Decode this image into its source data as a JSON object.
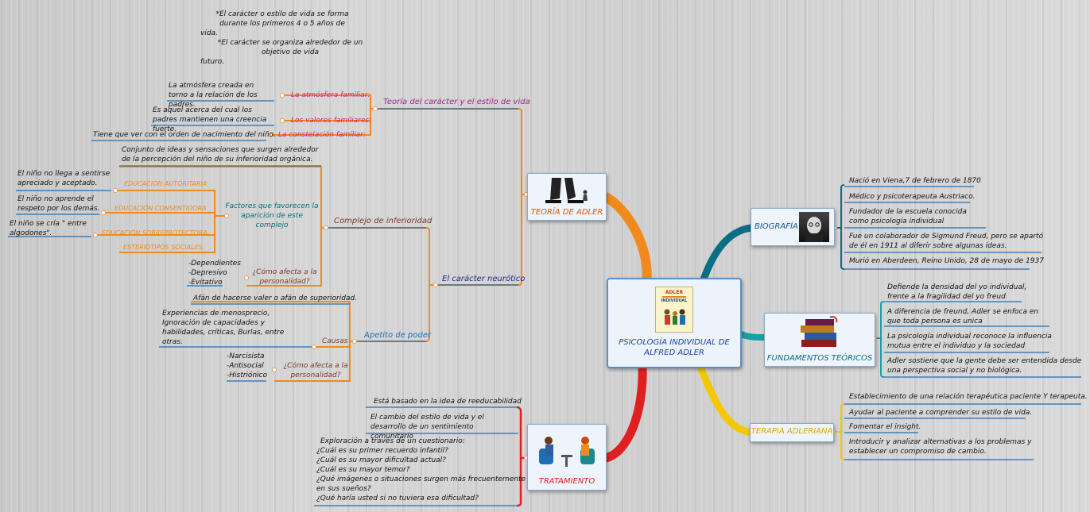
{
  "colors": {
    "orange": "#f08a1c",
    "blue": "#1f6fb5",
    "teal": "#0b6e84",
    "yellow": "#f3c800",
    "red": "#e02020",
    "purple": "#9a2a8a",
    "pink": "#d4217a",
    "dark_teal": "#00707a",
    "navy": "#1c2a8a",
    "brown": "#7a3a2a"
  },
  "center": {
    "title": "PSICOLOGÍA INDIVIDUAL DE ALFRED ADLER",
    "book_title": "ADLER",
    "book_subtitle": "INDIVIDUAL"
  },
  "teoria": {
    "title": "TEORÍA DE ADLER",
    "caracter": {
      "title": "Teoría del carácter y el estilo de vida",
      "note1": "*El carácter o estilo de vida se forma durante los primeros 4 o 5 años de",
      "note1b": "vida.",
      "note2": "*El carácter se organiza alrededor de un objetivo de vida",
      "note2b": "futuro.",
      "atm_label": "La atmósfera familiar:",
      "atm_text": "La atmósfera creada en torno a la relación de los padres.",
      "val_label": "Los valores familiares:",
      "val_text": "Es aquel acerca del cual los padres mantienen una creencia fuerte.",
      "con_label": "La constelación familiar:",
      "con_text": "Tiene que ver con el orden de nacimiento del niño."
    },
    "neurotico": {
      "title": "El carácter neurótico",
      "complejo": {
        "title": "Complejo de inferioridad",
        "def": "Conjunto de ideas y sensaciones que surgen alrededor de la percepción del niño de su inferioridad orgánica.",
        "factores": "Factores que favorecen la aparición de este complejo",
        "autoritaria": "EDUCACIÓN AUTORITARIA",
        "autoritaria_text": "El niño no llega a sentirse apreciado y aceptado.",
        "consentidora": "EDUCACIÓN CONSENTIDORA",
        "consentidora_text": "El niño no aprende el respeto por los demás.",
        "sobreprotectora": "EDUCACIÓN SOBREPROTECTORA",
        "sobreprotectora_text": "El niño se cría \" entre algodones\".",
        "estereotipos": "ESTERIOTIPOS SOCIALES.",
        "afecta": "¿Cómo afecta a la personalidad?",
        "efectos": [
          "-Dependientes",
          "-Depresivo",
          "-Evitativo"
        ]
      },
      "poder": {
        "title": "Apetito de poder",
        "afan": "Afán de hacerse valer o afán de superioridad.",
        "causas": "Causas",
        "causas_text": "Experiencias de menosprecio, Ignoración de capacidades y habilidades, críticas, Burlas, entre otras.",
        "afecta": "¿Cómo afecta a la personalidad?",
        "efectos": [
          "-Narcisista",
          "-Antisocial",
          "-Histriónico"
        ]
      }
    }
  },
  "tratamiento": {
    "title": "TRATAMIENTO",
    "items": [
      "Está basado en la idea de reeducabilidad",
      "El cambio del estilo de vida y el desarrollo de un sentimiento comunitario"
    ],
    "cuestionario": [
      "Exploración a través de un cuestionario:",
      "¿Cuál es su primer recuerdo infantil?",
      "¿Cuál es su mayor dificultad actual?",
      "¿Cuál es su mayor temor?",
      "¿Qué imágenes o situaciones surgen más frecuentemente",
      "en sus sueños?",
      "¿Qué haría usted si no tuviera esa dificultad?"
    ]
  },
  "biografia": {
    "title": "BIOGRAFÍA",
    "items": [
      "Nació en Viena,7 de febrero de 1870",
      "Médico y psicoterapeuta Austriaco.",
      "Fundador de la escuela conocida como psicología individual",
      "Fue un colaborador de Sigmund Freud, pero se apartó de él en 1911 al diferir sobre algunas ideas.",
      "Murió en Aberdeen, Reino Unido, 28 de mayo de 1937"
    ]
  },
  "fundamentos": {
    "title": "FUNDAMENTOS TEÓRICOS",
    "items": [
      "Defiende la densidad del yo individual, frente a la fragilidad del yo freud",
      "A diferencia de freund, Adler se enfoca en que toda persona es unica",
      "La psicología individual reconoce la influencia mutua entre el individuo y la sociedad",
      "Adler sostiene que la gente debe ser entendida desde una perspectiva social y no biológica."
    ]
  },
  "terapia": {
    "title": "TERAPIA ADLERIANA",
    "items": [
      "Establecimiento de una relación terapéutica paciente Y terapeuta.",
      "Ayudar al paciente a comprender su estilo de vida.",
      "Fomentar el insight.",
      "Introducir y analizar alternativas a los problemas y establecer un compromiso de cambio."
    ]
  }
}
